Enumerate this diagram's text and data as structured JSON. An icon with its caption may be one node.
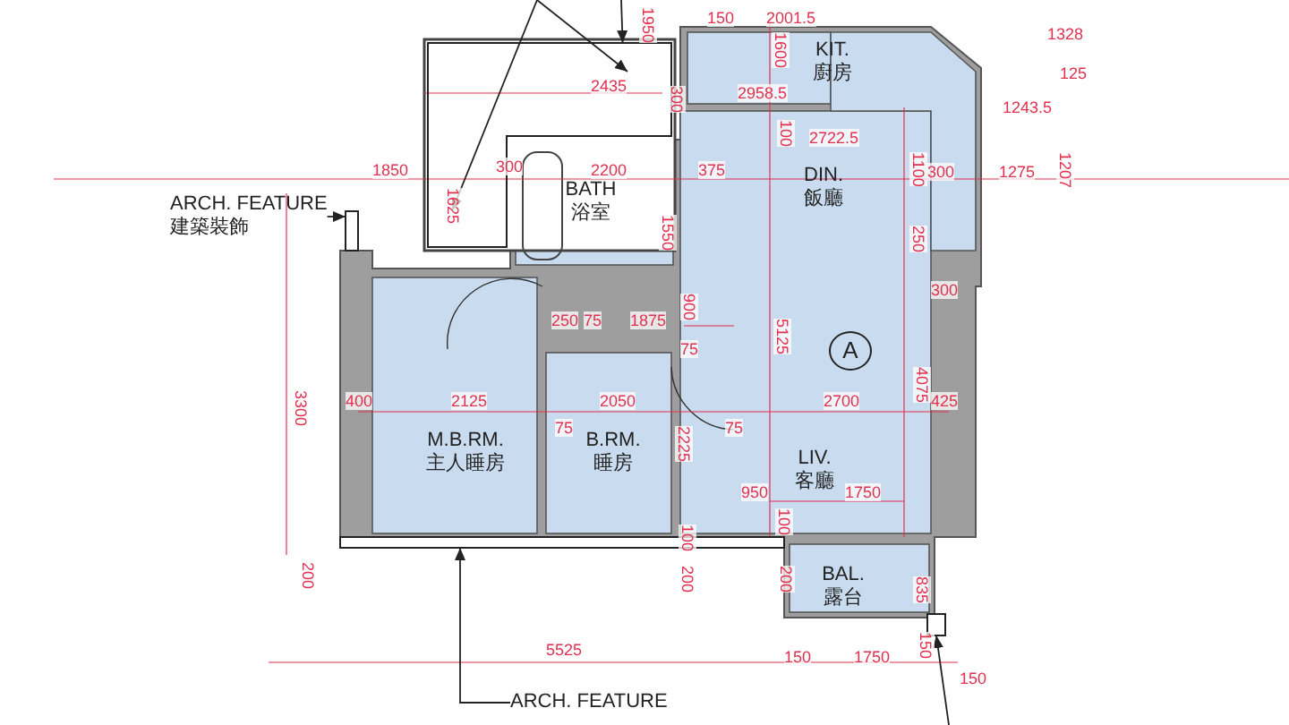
{
  "diagram": {
    "nodes": [
      {
        "text": [
          "KIT.",
          "廚房"
        ]
      },
      {
        "text": [
          "BATH",
          "浴室"
        ]
      },
      {
        "text": [
          "DIN.",
          "飯廳"
        ]
      },
      {
        "text": [
          "A"
        ]
      },
      {
        "text": [
          "M.B.RM.",
          "主人睡房"
        ]
      },
      {
        "text": [
          "B.RM.",
          "睡房"
        ]
      },
      {
        "text": [
          "LIV.",
          "客廳"
        ]
      },
      {
        "text": [
          "BAL.",
          "露台"
        ]
      },
      {
        "text": [
          "ARCH. FEATURE",
          "建築裝飾"
        ]
      },
      {
        "text": [],
        "shape": "box"
      },
      {
        "text": [
          "ARCH. FEATURE"
        ]
      },
      {
        "text": [],
        "shape": "bar"
      },
      {
        "text": [],
        "shape": "box"
      },
      {
        "text": [],
        "shape": "box"
      }
    ],
    "edges": [
      {
        "from": 8,
        "to": 9,
        "arrow": "to"
      },
      {
        "from": 10,
        "to": 11,
        "arrow": "to"
      },
      {
        "from": null,
        "to": 12,
        "arrow": "to"
      },
      {
        "from": null,
        "to": 12,
        "arrow": "to"
      },
      {
        "from": null,
        "to": 12,
        "arrow": "to"
      },
      {
        "from": null,
        "to": 13,
        "arrow": "to"
      }
    ],
    "labels": [
      "1950",
      "150",
      "2001.5",
      "1328",
      "1600",
      "2958.5",
      "125",
      "2435",
      "300",
      "1243.5",
      "1207",
      "100",
      "2722.5",
      "1850",
      "300",
      "2200",
      "375",
      "1625",
      "1100",
      "300",
      "1275",
      "1550",
      "250",
      "900",
      "75",
      "250",
      "75",
      "1875",
      "5125",
      "300",
      "3300",
      "400",
      "2125",
      "75",
      "2050",
      "2700",
      "425",
      "4075",
      "2225",
      "75",
      "950",
      "1750",
      "100",
      "100",
      "200",
      "200",
      "200",
      "835",
      "150",
      "5525",
      "150",
      "1750",
      "150"
    ]
  }
}
